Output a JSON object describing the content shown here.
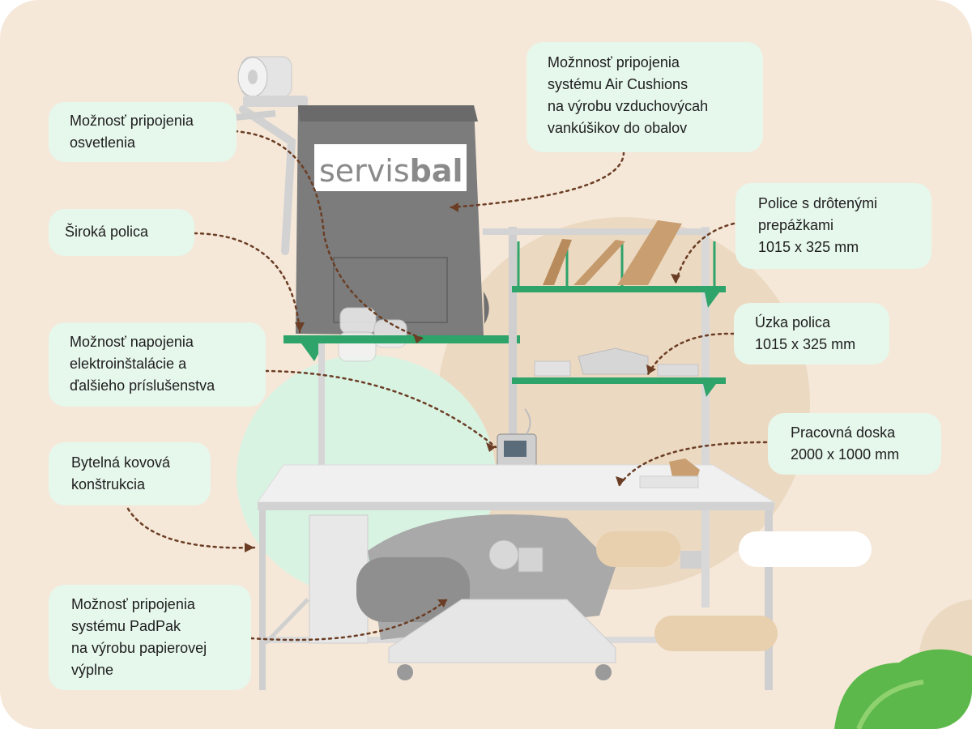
{
  "brand": {
    "logo_text_left": "servis",
    "logo_text_right": "bal"
  },
  "callouts": [
    {
      "id": "lighting",
      "lines": [
        "Možnosť pripojenia",
        "osvetlenia"
      ]
    },
    {
      "id": "air-cushions",
      "lines": [
        "Možnnosť pripojenia",
        "systému Air Cushions",
        "na výrobu vzduchovýcah",
        "vankúšikov do obalov"
      ]
    },
    {
      "id": "wide-shelf",
      "lines": [
        "Široká polica"
      ]
    },
    {
      "id": "wire-shelves",
      "lines": [
        "Police s drôtenými",
        "prepážkami",
        "1015 x 325 mm"
      ]
    },
    {
      "id": "electrical",
      "lines": [
        "Možnosť napojenia",
        "elektroinštalácie a",
        "ďalšieho príslušenstva"
      ]
    },
    {
      "id": "narrow-shelf",
      "lines": [
        "Úzka polica",
        "1015 x 325 mm"
      ]
    },
    {
      "id": "metal-frame",
      "lines": [
        "Bytelná kovová",
        "konštrukcia"
      ]
    },
    {
      "id": "worktop",
      "lines": [
        "Pracovná doska",
        "2000 x 1000 mm"
      ]
    },
    {
      "id": "padpak",
      "lines": [
        "Možnosť pripojenia",
        "systému PadPak",
        "na výrobu papierovej",
        "výplne"
      ]
    }
  ],
  "colors": {
    "background": "#f5e8d9",
    "label_bg": "#e6f7ec",
    "arrow": "#6b3d24",
    "shelf_green": "#2ea36a",
    "mint_blob": "#d9f3e3",
    "tan_blob": "#ecd9c2",
    "leaf_green": "#5cb84a"
  }
}
